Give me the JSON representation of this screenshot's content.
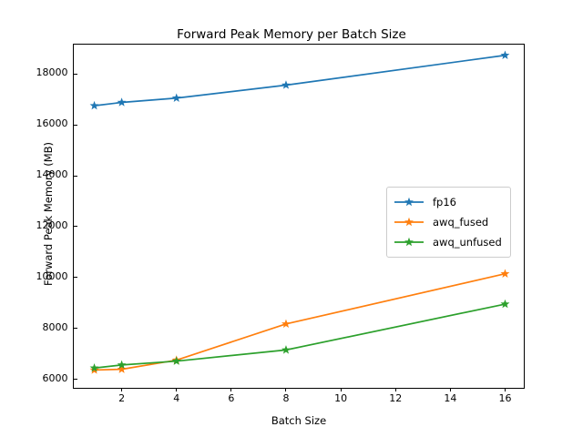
{
  "chart_data": {
    "type": "line",
    "title": "Forward Peak Memory per Batch Size",
    "xlabel": "Batch Size",
    "ylabel": "Forward Peak Memory (MB)",
    "x": [
      1,
      2,
      4,
      8,
      16
    ],
    "xlim": [
      0.25,
      16.75
    ],
    "ylim": [
      5600,
      19150
    ],
    "xticks": [
      2,
      4,
      6,
      8,
      10,
      12,
      14,
      16
    ],
    "xticklabels": [
      "2",
      "4",
      "6",
      "8",
      "10",
      "12",
      "14",
      "16"
    ],
    "yticks": [
      6000,
      8000,
      10000,
      12000,
      14000,
      16000,
      18000
    ],
    "yticklabels": [
      "6000",
      "8000",
      "10000",
      "12000",
      "14000",
      "16000",
      "18000"
    ],
    "grid": false,
    "legend_position": "center right",
    "marker": "star",
    "series": [
      {
        "name": "fp16",
        "color": "#1f77b4",
        "values": [
          16750,
          16880,
          17050,
          17560,
          18730
        ]
      },
      {
        "name": "awq_fused",
        "color": "#ff7f0e",
        "values": [
          6370,
          6400,
          6760,
          8180,
          10150
        ]
      },
      {
        "name": "awq_unfused",
        "color": "#2ca02c",
        "values": [
          6450,
          6570,
          6720,
          7160,
          8960
        ]
      }
    ]
  },
  "legend": {
    "entries": [
      {
        "label": "fp16"
      },
      {
        "label": "awq_fused"
      },
      {
        "label": "awq_unfused"
      }
    ]
  }
}
